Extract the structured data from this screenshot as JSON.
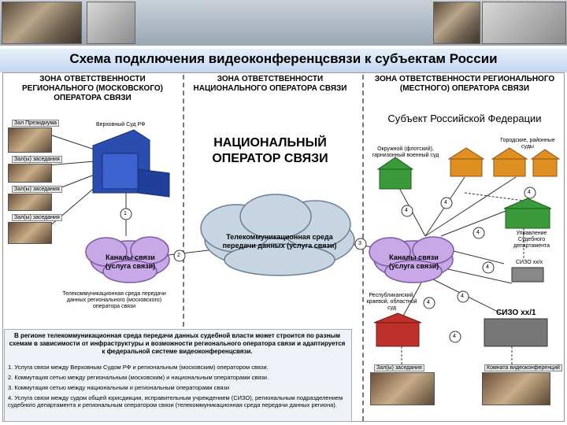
{
  "title": "Схема подключения видеоконференцсвязи к субъектам России",
  "zones": {
    "left": "ЗОНА ОТВЕТСТВЕННОСТИ РЕГИОНАЛЬНОГО (МОСКОВСКОГО) ОПЕРАТОРА СВЯЗИ",
    "center": "ЗОНА ОТВЕТСТВЕННОСТИ НАЦИОНАЛЬНОГО ОПЕРАТОРА СВЯЗИ",
    "right": "ЗОНА ОТВЕТСТВЕННОСТИ РЕГИОНАЛЬНОГО (МЕСТНОГО) ОПЕРАТОРА СВЯЗИ"
  },
  "left": {
    "rooms": [
      "Зал Президиума",
      "Зал(ы) заседания",
      "Зал(ы) заседания",
      "Зал(ы) заседания"
    ],
    "supreme_court": "Верховный Суд РФ",
    "cloud": "Каналы связи (услуга связи)",
    "network_note": "Телекоммуникационная среда передачи данных регионального (московского) оператора связи"
  },
  "center": {
    "national_operator": "НАЦИОНАЛЬНЫЙ ОПЕРАТОР СВЯЗИ",
    "cloud": "Телекоммуникационная среда передачи данных (услуга связи)"
  },
  "right": {
    "subject": "Субъект Российской Федерации",
    "district_court": "Окружной (флотский), гарнизонный военный суд",
    "city_courts": "Городские, районные суды",
    "judicial_dept": "Управление Судебного департамента",
    "cloud": "Каналы связи (услуга связи)",
    "sizo_small": "СИЗО хх/х",
    "regional_court": "Республиканский, краевой, областной суд",
    "sizo_big": "СИЗО хх/1",
    "hall1": "Зал(ы) заседания",
    "hall2": "Комната видеоконференций"
  },
  "markers": [
    "1",
    "2",
    "3",
    "4",
    "4",
    "4",
    "4",
    "4",
    "4",
    "4",
    "4"
  ],
  "bottom": {
    "intro": "В регионе телекоммуникационная среда передачи данных судебной власти может строится по разным схемам в зависимости от инфраструктуры и возможности регионального оператора связи и адаптируется к федеральной системе видеоконференцсвязи.",
    "items": [
      "1. Услуга связи между Верховным Судом РФ и региональным (московским) оператором связи.",
      "2. Коммутация сетью между региональным (московским) и национальным операторами связи.",
      "3. Коммутация сетью между национальным и региональным операторами связи",
      "4. Услуга связи между судом общей юрисдикции, исправительным учреждением (СИЗО), региональным подразделением судебного департамента и региональным оператором связи (телекоммуникационная среда передачи данных региона)."
    ]
  }
}
